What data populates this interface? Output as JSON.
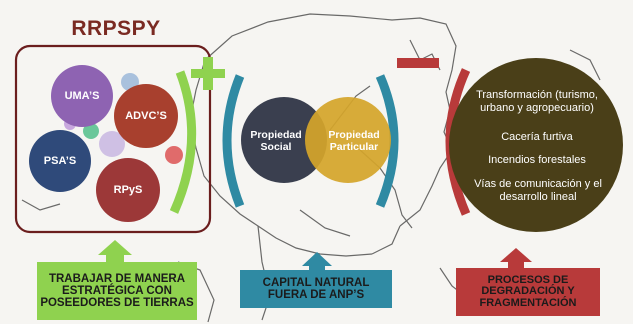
{
  "title": "RRPSPY",
  "plus_sign": "+",
  "minus_sign": "−",
  "left_group": {
    "circles": {
      "umas": "UMA’S",
      "advcs": "ADVC’S",
      "psas": "PSA’S",
      "rpys": "RPyS"
    },
    "action_box": "TRABAJAR DE MANERA ESTRATÉGICA CON POSEEDORES DE TIERRAS"
  },
  "center_group": {
    "propiedad_social": "Propiedad Social",
    "propiedad_particular": "Propiedad Particular",
    "action_box": "CAPITAL NATURAL FUERA DE ANP’S"
  },
  "right_group": {
    "items": [
      "Transformación (turismo, urbano y agropecuario)",
      "Cacería furtiva",
      "Incendios forestales",
      "Vías de comunicación y el desarrollo lineal"
    ],
    "action_box": "PROCESOS DE DEGRADACIÓN Y FRAGMENTACIÓN"
  },
  "colors": {
    "title": "#7a2a22",
    "frame": "#6b1e1e",
    "uma": "#8e63b2",
    "advc": "#a8402e",
    "psa": "#2f4a7a",
    "rpys": "#9c3838",
    "green": "#8fd24f",
    "teal": "#2f8aa3",
    "red": "#b83a3a",
    "dark_circle": "#3a3f4f",
    "gold_circle": "#d4a52b",
    "olive": "#4a3f18"
  }
}
